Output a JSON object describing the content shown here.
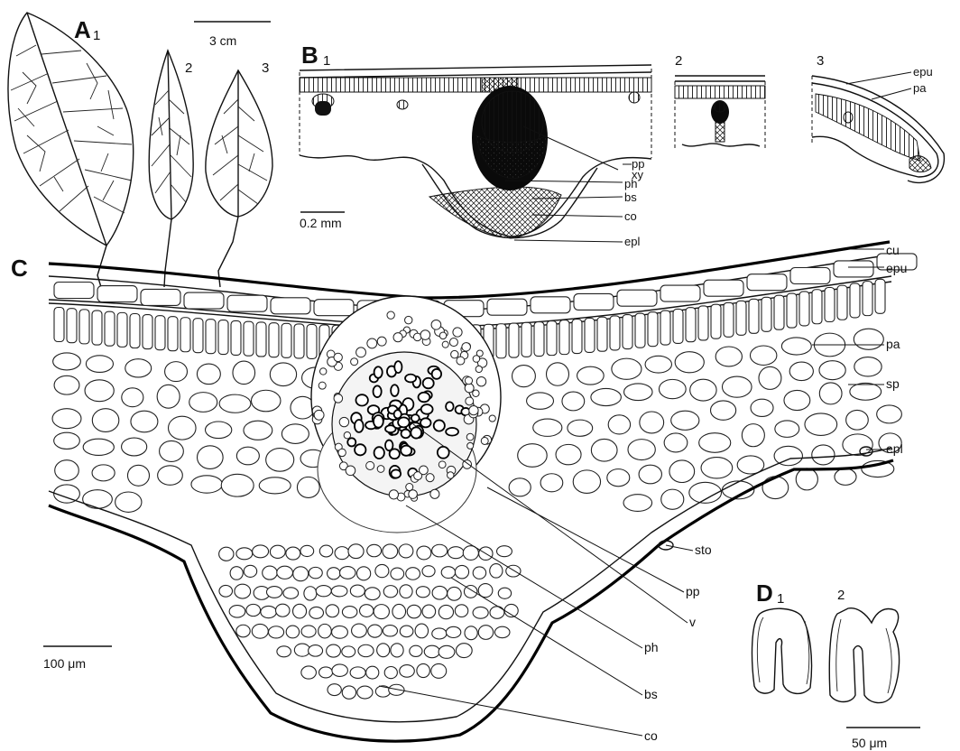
{
  "panelA": {
    "letter": "A",
    "num1": "1",
    "num2": "2",
    "num3": "3",
    "scale": "3 cm"
  },
  "panelB": {
    "letter": "B",
    "num1": "1",
    "num2": "2",
    "num3": "3",
    "scale": "0.2  mm",
    "labels": {
      "pp": "pp",
      "xy": "xy",
      "ph": "ph",
      "bs": "bs",
      "co": "co",
      "epl": "epl",
      "epu": "epu",
      "pa": "pa"
    }
  },
  "panelC": {
    "letter": "C",
    "scale": "100 μm",
    "labels": {
      "cu": "cu",
      "epu": "epu",
      "pa": "pa",
      "sp": "sp",
      "epl": "epl",
      "sto": "sto",
      "pp": "pp",
      "v": "v",
      "ph": "ph",
      "bs": "bs",
      "co": "co"
    }
  },
  "panelD": {
    "letter": "D",
    "num1": "1",
    "num2": "2",
    "scale": "50 μm"
  },
  "colors": {
    "ink": "#111111",
    "paper": "#ffffff"
  }
}
